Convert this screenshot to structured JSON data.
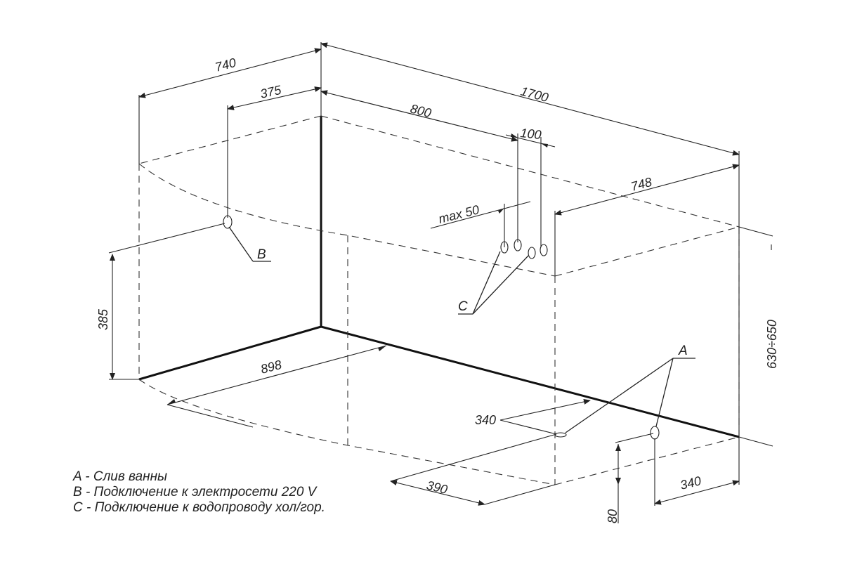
{
  "dimensions": {
    "total_length": "1700",
    "width_left": "740",
    "b_offset": "375",
    "c_offset": "800",
    "c_spacing": "100",
    "max_note": "max 50",
    "right_width": "748",
    "b_height": "385",
    "front_length": "898",
    "overall_height": "630÷650",
    "drain_front": "340",
    "drain_side": "390",
    "a_floor_height": "80",
    "a_side": "340"
  },
  "callouts": {
    "a": "A",
    "b": "B",
    "c": "C"
  },
  "legend": [
    "A - Слив ванны",
    "B - Подключение к электросети 220 V",
    "C - Подключение к водопроводу хол/гор."
  ]
}
